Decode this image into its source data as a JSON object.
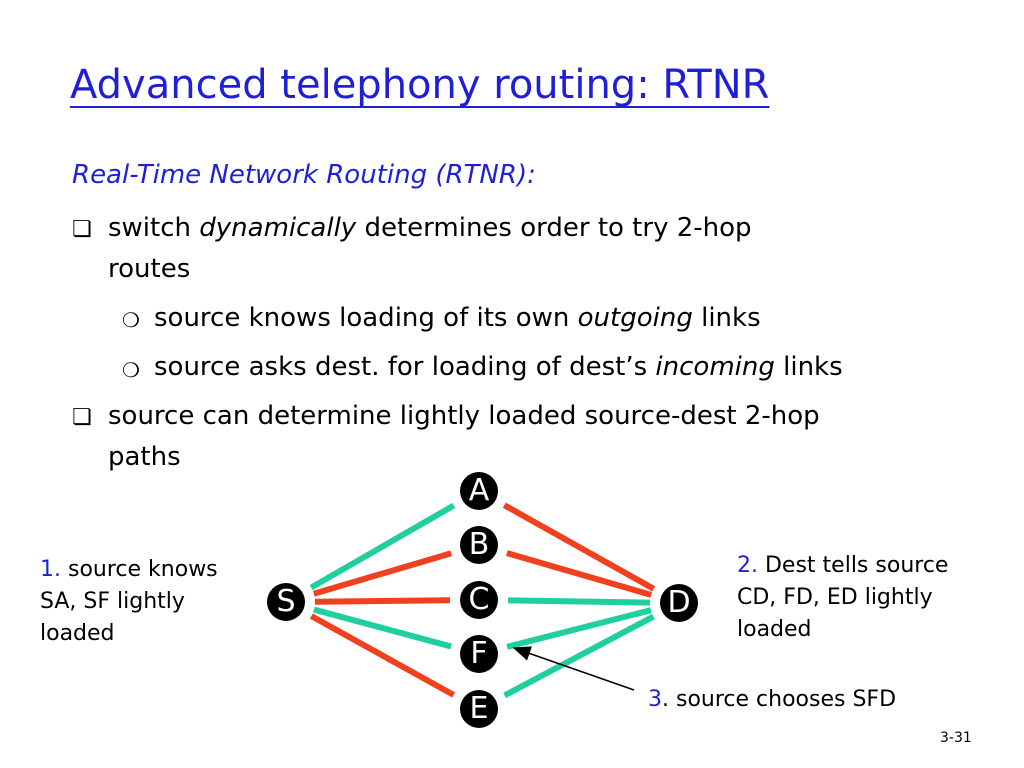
{
  "slide": {
    "title": "Advanced telephony routing: RTNR",
    "subtitle": "Real-Time Network Routing (RTNR):",
    "bullet1": {
      "a": "switch ",
      "b": "dynamically",
      "c": " determines order to try 2-hop",
      "d": "routes"
    },
    "sub1": {
      "a": "source knows loading of its own ",
      "b": "outgoing",
      "c": " links"
    },
    "sub2": {
      "a": "source asks dest. for loading of dest’s ",
      "b": "incoming",
      "c": " links"
    },
    "bullet2": {
      "a": "source can determine lightly loaded source-dest 2-hop",
      "b": "paths"
    },
    "page_number": "3-31"
  },
  "diagram": {
    "nodes": {
      "A": "A",
      "B": "B",
      "C": "C",
      "F": "F",
      "E": "E",
      "S": "S",
      "D": "D"
    },
    "colors": {
      "heavy": "#f0401e",
      "light": "#1fcf9e"
    },
    "links": [
      {
        "from": "S",
        "to": "A",
        "load": "light"
      },
      {
        "from": "S",
        "to": "B",
        "load": "heavy"
      },
      {
        "from": "S",
        "to": "C",
        "load": "heavy"
      },
      {
        "from": "S",
        "to": "F",
        "load": "light"
      },
      {
        "from": "S",
        "to": "E",
        "load": "heavy"
      },
      {
        "from": "A",
        "to": "D",
        "load": "heavy"
      },
      {
        "from": "B",
        "to": "D",
        "load": "heavy"
      },
      {
        "from": "C",
        "to": "D",
        "load": "light"
      },
      {
        "from": "F",
        "to": "D",
        "load": "light"
      },
      {
        "from": "E",
        "to": "D",
        "load": "light"
      }
    ],
    "note1": {
      "num": "1.",
      "l1": " source knows",
      "l2": "SA, SF lightly",
      "l3": "loaded"
    },
    "note2": {
      "num": "2.",
      "l1": " Dest tells source",
      "l2": "CD, FD, ED lightly",
      "l3": "loaded"
    },
    "note3": {
      "num": "3",
      "text": ". source chooses SFD"
    }
  }
}
